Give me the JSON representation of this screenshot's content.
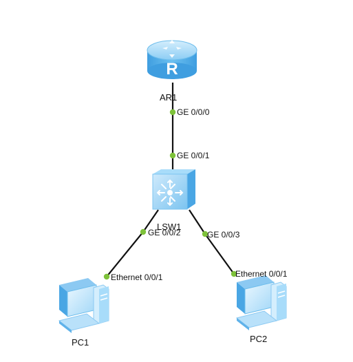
{
  "colors": {
    "link": "#111111",
    "port_dot": "#7ec23a",
    "device_blue": "#5fb2ea",
    "device_light": "#bfe4fb"
  },
  "devices": {
    "router": {
      "name": "AR1",
      "icon": "router-icon"
    },
    "switch": {
      "name": "LSW1",
      "icon": "switch-icon"
    },
    "pc1": {
      "name": "PC1",
      "icon": "pc-icon"
    },
    "pc2": {
      "name": "PC2",
      "icon": "pc-icon"
    }
  },
  "ports": {
    "ar1_ge000": "GE 0/0/0",
    "lsw1_ge001": "GE 0/0/1",
    "lsw1_ge002": "GE 0/0/2",
    "lsw1_ge003": "GE 0/0/3",
    "pc1_eth001": "Ethernet 0/0/1",
    "pc2_eth001": "Ethernet 0/0/1"
  }
}
